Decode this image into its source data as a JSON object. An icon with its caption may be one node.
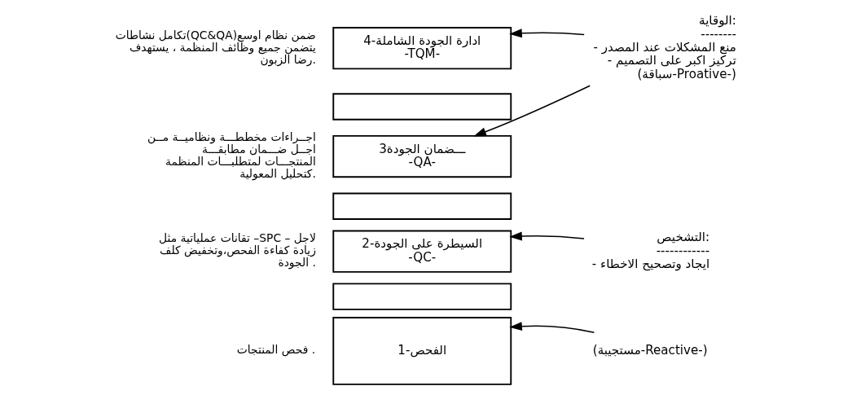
{
  "diagram": {
    "nodes": [
      {
        "text": [
          "4-ادارة الجودة الشاملة",
          "-TQM-"
        ],
        "beside": [
          "تكامل نشاطات(QC&QA)ضمن نظام اوسع يتضمن جميع وظائف المنظمة ، يستهدف رضا الزبون."
        ]
      },
      {
        "text": [],
        "shape": "box"
      },
      {
        "text": [
          "3ـــضمان الجودة",
          "-QA-"
        ],
        "beside": [
          "اجــراءات مخططـــة ونظاميــة مــن اجــل ضـــمان مطابقـــة المنتجـــات لمتطلبـــات المنظمة كتحليل المعولية."
        ]
      },
      {
        "text": [],
        "shape": "box"
      },
      {
        "text": [
          "2-السيطرة على الجودة",
          "-QC-"
        ],
        "beside": [
          "تقانات عملياتية مثل –SPC – لاجل زيادة كفاءة الفحص،وتخفيض كلف الجودة ."
        ]
      },
      {
        "text": [],
        "shape": "box"
      },
      {
        "text": [
          "1-الفحص"
        ],
        "beside": [
          "فحص المنتجات ."
        ]
      },
      {
        "text": [
          "الوقاية:",
          "--------",
          "- منع المشكلات عند المصدر",
          "- تركيز اكبر على التصميم",
          "(سباقة-Proative-)"
        ]
      },
      {
        "text": [
          "التشخيص:",
          "------------",
          "- ايجاد وتصحيح الاخطاء"
        ]
      },
      {
        "text": [
          "(مستجيبة-Reactive-)"
        ]
      }
    ],
    "edges": [
      {
        "from": 7,
        "to": 0,
        "arrow": "to"
      },
      {
        "from": 7,
        "to": 2,
        "arrow": "to"
      },
      {
        "from": 8,
        "to": 4,
        "arrow": "to"
      },
      {
        "from": 9,
        "to": 6,
        "arrow": "to"
      }
    ]
  }
}
